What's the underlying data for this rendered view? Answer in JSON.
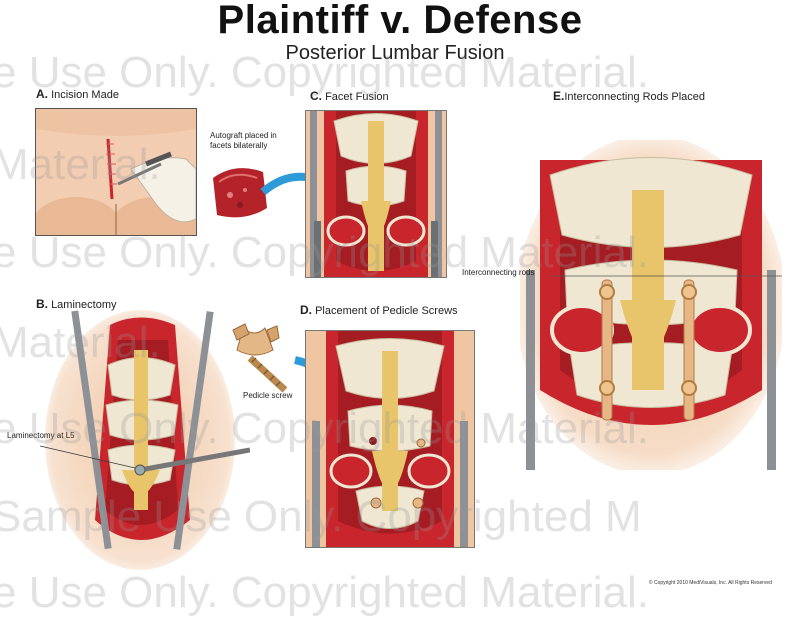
{
  "title": "Plaintiff v. Defense",
  "subtitle": "Posterior Lumbar Fusion",
  "panels": {
    "a": {
      "letter": "A.",
      "caption": "Incision Made"
    },
    "b": {
      "letter": "B.",
      "caption": "Laminectomy"
    },
    "c": {
      "letter": "C.",
      "caption": "Facet Fusion"
    },
    "d": {
      "letter": "D.",
      "caption": "Placement of Pedicle Screws"
    },
    "e": {
      "letter": "E.",
      "caption": "Interconnecting Rods Placed"
    }
  },
  "annotations": {
    "autograft": "Autograft placed in facets bilaterally",
    "laminectomy": "Laminectomy at L5",
    "pedicle_screw": "Pedicle screw",
    "rods": "Interconnecting rods"
  },
  "watermark": [
    "e Use Only. Copyrighted Material.",
    "Material.",
    "Sample Use Only. Copyrighted M",
    "Copyrighted Material.",
    "Sample"
  ],
  "copyright": "© Copyright 2010 MediVisuals, Inc. All Rights Reserved",
  "colors": {
    "tissue": "#c9252c",
    "bone": "#efe7d2",
    "nerve": "#e8c46a",
    "skin": "#f4c8a8",
    "retractor": "#8d9196",
    "arrow": "#2f9ad8"
  }
}
